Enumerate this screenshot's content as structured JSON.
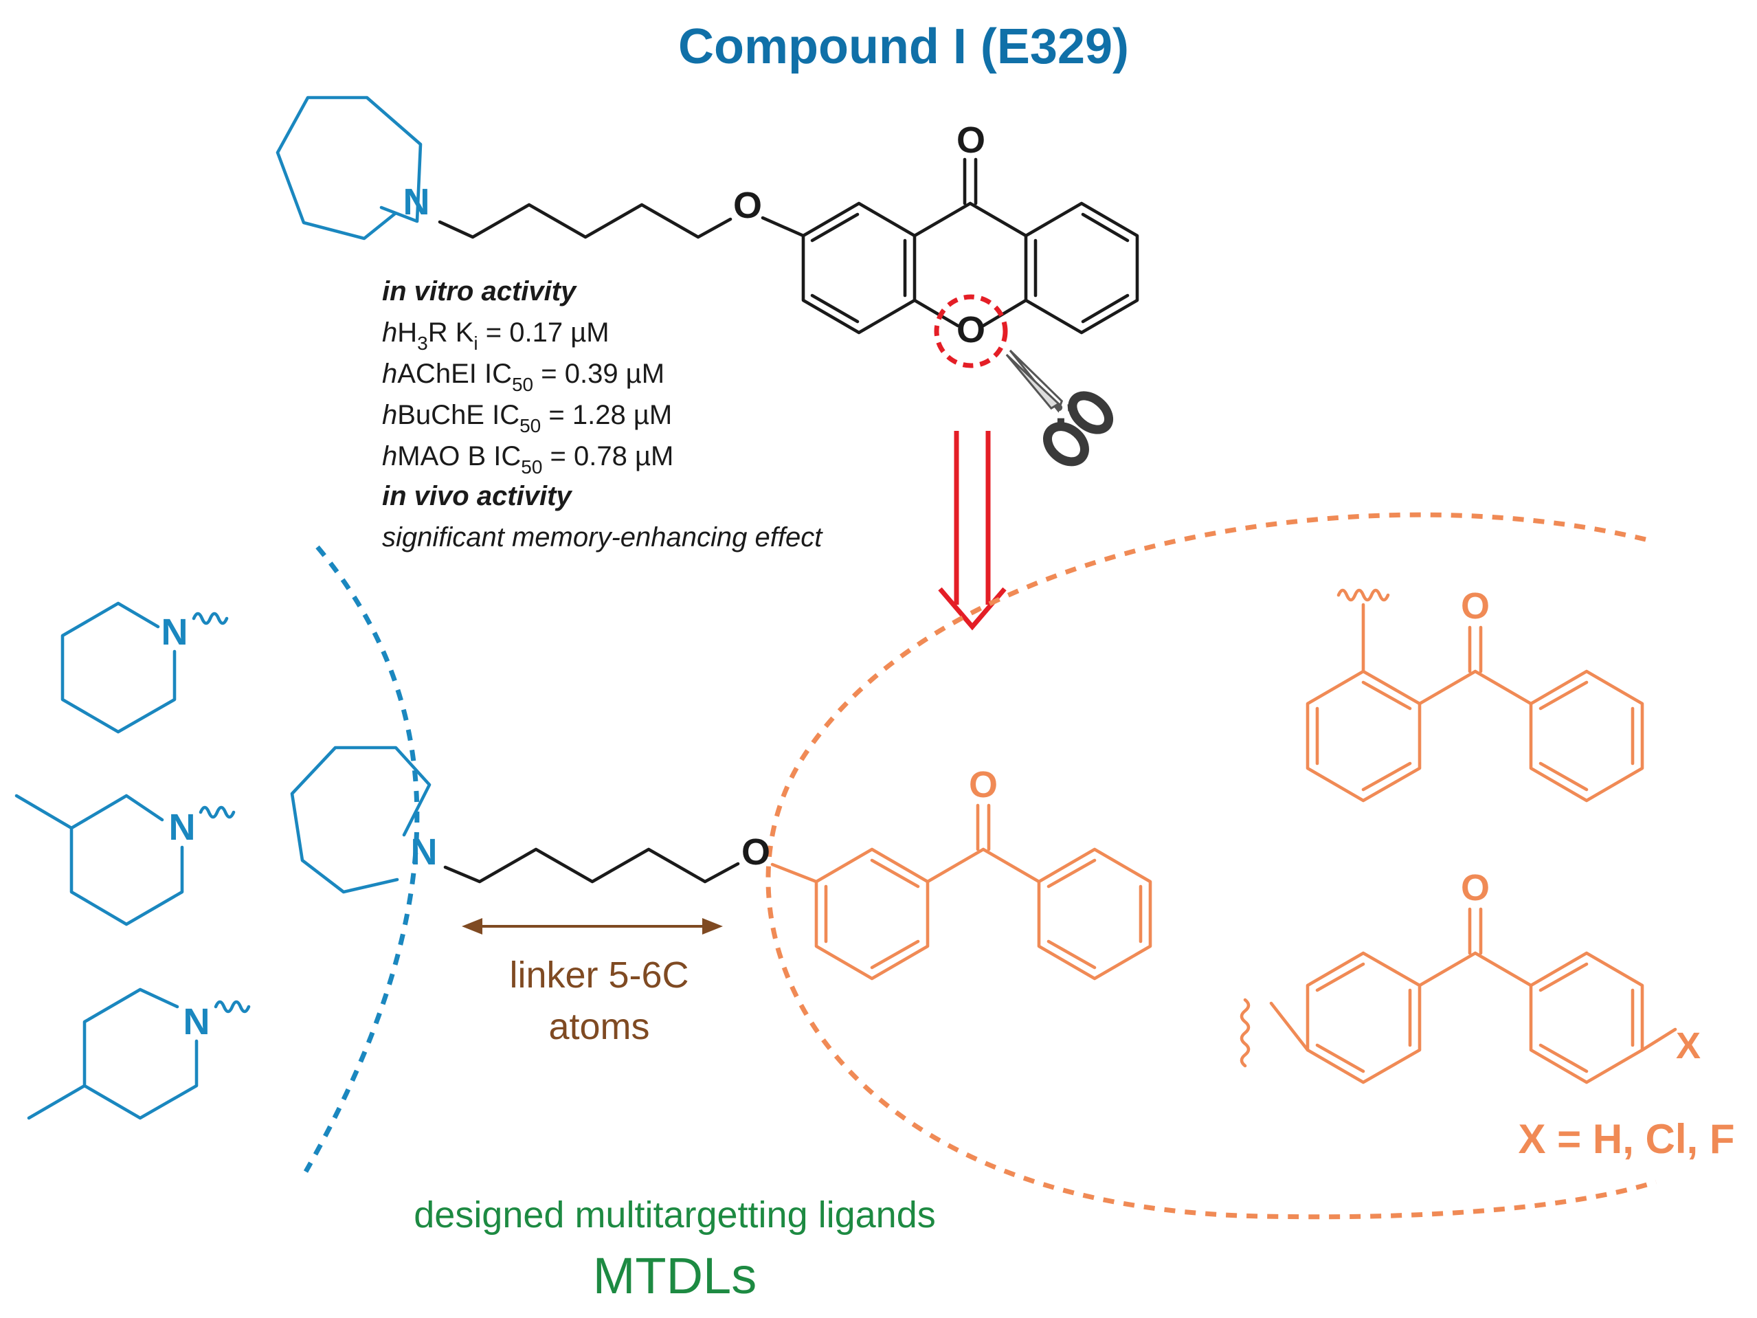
{
  "title": "Compound I (E329)",
  "colors": {
    "blue": "#1a87bf",
    "title_blue": "#1070a8",
    "black": "#1a1a1a",
    "orange": "#f08a55",
    "red": "#e41e26",
    "brown": "#7f4a22",
    "green": "#1d8a42"
  },
  "atoms": {
    "N": "N",
    "O": "O",
    "X": "X"
  },
  "activity": {
    "in_vitro_header": "in vitro activity",
    "h3r": {
      "prefix": "h",
      "name": "H",
      "sub": "3",
      "rest": "R K",
      "sub2": "i",
      "value": " = 0.17 µM"
    },
    "ache": {
      "prefix": "h",
      "name": "AChEI IC",
      "sub": "50",
      "value": " = 0.39 µM"
    },
    "buche": {
      "prefix": "h",
      "name": "BuChE IC",
      "sub": "50",
      "value": " = 1.28 µM"
    },
    "maob": {
      "prefix": "h",
      "name": "MAO B IC",
      "sub": "50",
      "value": " = 0.78 µM"
    },
    "in_vivo_header": "in vivo activity",
    "in_vivo_text": "significant memory-enhancing effect"
  },
  "linker": {
    "line1": "linker 5-6C",
    "line2": "atoms"
  },
  "substituent_label": "X = H, Cl, F",
  "footer": {
    "line1": "designed multitargetting ligands",
    "line2": "MTDLs"
  },
  "icons": {
    "scissors": "scissors-icon",
    "arrow": "double-down-arrow-icon"
  }
}
